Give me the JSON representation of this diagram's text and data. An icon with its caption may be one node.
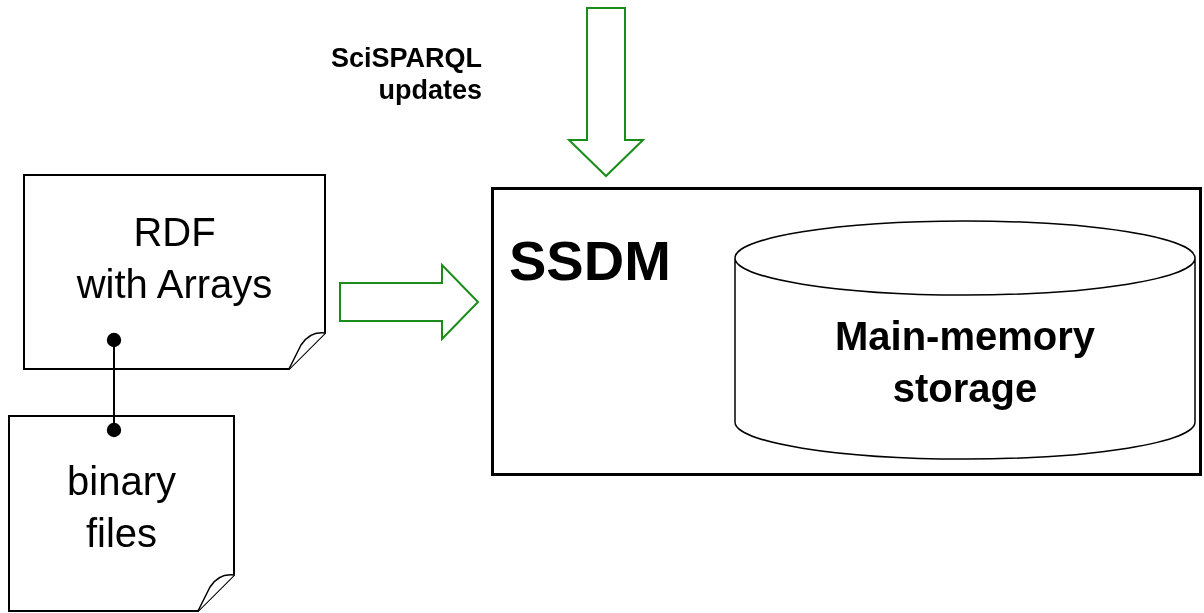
{
  "diagram": {
    "nodes": [
      {
        "text": [
          "RDF with Arrays"
        ]
      },
      {
        "text": [
          "binary files"
        ]
      },
      {
        "text": [
          "SSDM"
        ]
      },
      {
        "text": [
          "Main-memory storage"
        ],
        "in": 2
      }
    ],
    "edges": [
      {
        "from": 0,
        "to": 2,
        "arrow": "to",
        "style": "thick",
        "color": "#1a8c1a"
      },
      {
        "from": null,
        "to": 2,
        "arrow": "to",
        "label": "SciSPARQL updates",
        "style": "thick",
        "color": "#1a8c1a"
      },
      {
        "from": 0,
        "to": 1,
        "arrow": "other"
      }
    ]
  }
}
